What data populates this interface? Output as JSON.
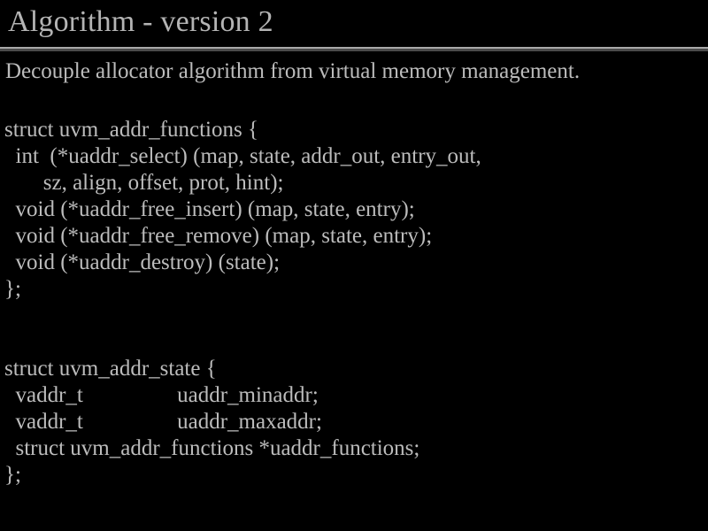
{
  "slide": {
    "title": "Algorithm - version 2",
    "subtitle": "Decouple allocator algorithm from virtual memory management.",
    "background_color": "#000000",
    "text_color": "#bcbcbc",
    "rule_highlight_color": "#a8a8a8",
    "rule_shadow_color": "#4a4a4a",
    "code_lines": [
      "struct uvm_addr_functions {",
      "  int  (*uaddr_select) (map, state, addr_out, entry_out,",
      "       sz, align, offset, prot, hint);",
      "  void (*uaddr_free_insert) (map, state, entry);",
      "  void (*uaddr_free_remove) (map, state, entry);",
      "  void (*uaddr_destroy) (state);",
      "};",
      "",
      "",
      "struct uvm_addr_state {",
      "  vaddr_t                 uaddr_minaddr;",
      "  vaddr_t                 uaddr_maxaddr;",
      "  struct uvm_addr_functions *uaddr_functions;",
      "};"
    ]
  }
}
